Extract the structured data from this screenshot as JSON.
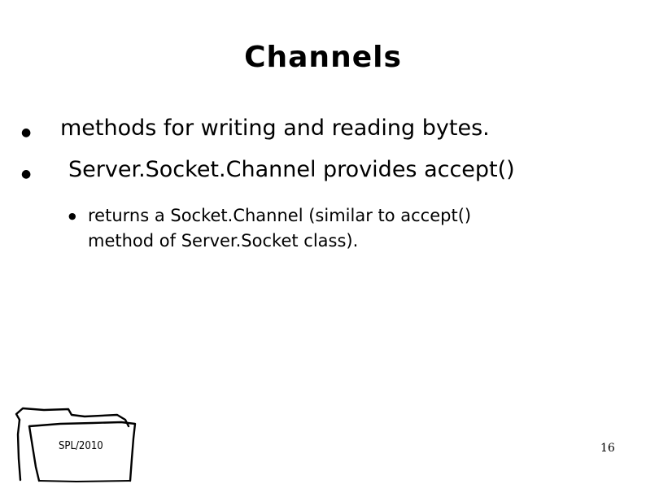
{
  "slide": {
    "title": "Channels",
    "bullets": [
      {
        "text": "methods for writing and reading bytes."
      },
      {
        "text": "Server.Socket.Channel provides  accept()"
      }
    ],
    "sub_bullets": [
      {
        "line1": "returns a Socket.Channel (similar to accept()",
        "line2": "method of  Server.Socket class)."
      }
    ],
    "bullet_glyph": "●",
    "footer": {
      "logo_label": "SPL/2010",
      "page_number": "16"
    },
    "icons": {
      "logo": "folder-icon"
    }
  }
}
